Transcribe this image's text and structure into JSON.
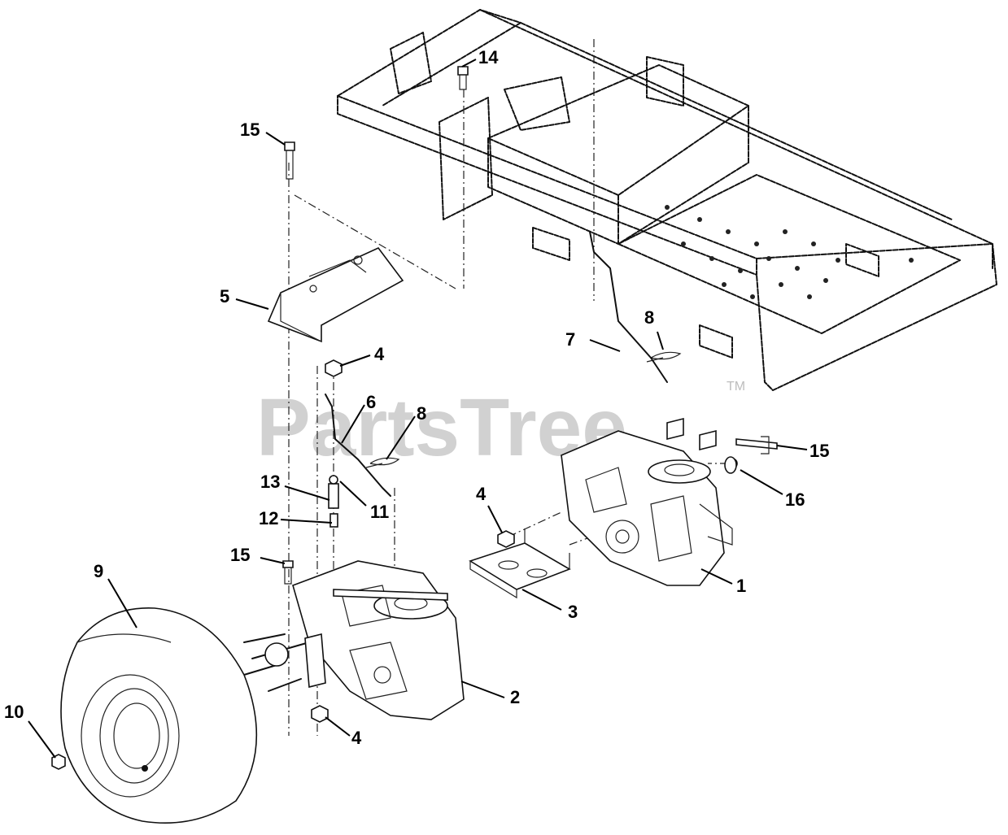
{
  "watermark": {
    "text": "PartsTree",
    "trademark": "TM"
  },
  "callouts": {
    "c1": "1",
    "c2": "2",
    "c3": "3",
    "c4a": "4",
    "c4b": "4",
    "c4c": "4",
    "c5": "5",
    "c6": "6",
    "c7": "7",
    "c8a": "8",
    "c8b": "8",
    "c9": "9",
    "c10": "10",
    "c11": "11",
    "c12": "12",
    "c13": "13",
    "c14": "14",
    "c15a": "15",
    "c15b": "15",
    "c15c": "15",
    "c16": "16"
  }
}
